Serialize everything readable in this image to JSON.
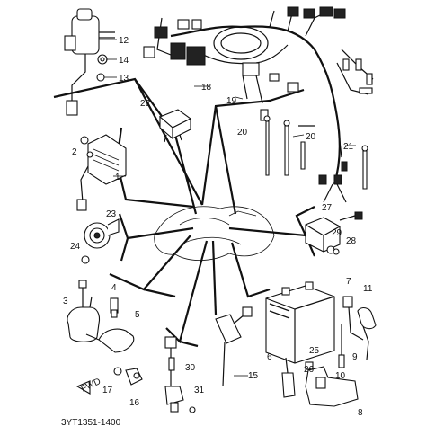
{
  "diagram": {
    "part_code": "3YT1351-1400",
    "front_label": "FWD",
    "callouts": [
      "1",
      "2",
      "3",
      "4",
      "5",
      "6",
      "7",
      "8",
      "9",
      "10",
      "11",
      "12",
      "13",
      "14",
      "15",
      "16",
      "17",
      "18",
      "19",
      "20",
      "20",
      "21",
      "22",
      "23",
      "24",
      "25",
      "26",
      "27",
      "28",
      "29",
      "30",
      "31"
    ]
  }
}
